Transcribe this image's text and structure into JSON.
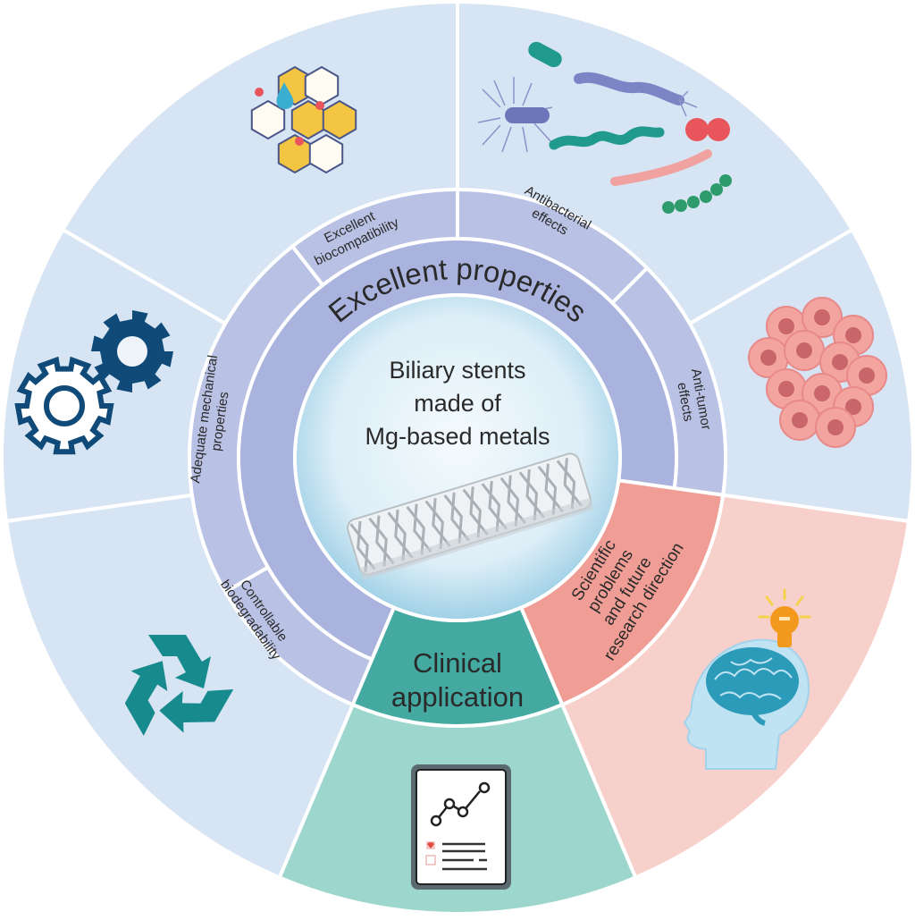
{
  "figure": {
    "center": {
      "title_lines": [
        "Biliary stents",
        "made of",
        "Mg-based metals"
      ],
      "image": "mesh-stent"
    },
    "inner_ring": {
      "excellent_properties": "Excellent properties",
      "clinical_application": [
        "Clinical",
        "application"
      ],
      "scientific_problems": [
        "Scientific",
        "problems",
        "and future",
        "research direction"
      ]
    },
    "property_sectors": [
      {
        "id": "biocompatibility",
        "label_lines": [
          "Excellent",
          "biocompatibility"
        ],
        "icon": "hexagon-lattice-icon"
      },
      {
        "id": "antibacterial",
        "label_lines": [
          "Antibacterial",
          "effects"
        ],
        "icon": "bacteria-icon"
      },
      {
        "id": "antitumor",
        "label_lines": [
          "Anti-tumor",
          "effects"
        ],
        "icon": "tumor-cells-icon"
      },
      {
        "id": "mechanical",
        "label_lines": [
          "Adequate mechanical",
          "properties"
        ],
        "icon": "gears-icon"
      },
      {
        "id": "biodegradability",
        "label_lines": [
          "Controllable",
          "biodegradability"
        ],
        "icon": "recycle-icon"
      }
    ],
    "outer_icons": {
      "clinical": "clinical-report-icon",
      "scientific": "brain-lightbulb-icon"
    },
    "colors": {
      "outer_blue": "#d6e4f3",
      "property_ring": "#b9c1e4",
      "excellent_ring": "#a9b3de",
      "center_fill": "#dff0f8",
      "clinical_inner": "#43a9a1",
      "clinical_outer": "#9dd6cd",
      "scientific_inner": "#ef9d95",
      "scientific_outer": "#f7d0cb",
      "navy": "#0f4a78",
      "teal": "#1a8c8f"
    }
  }
}
